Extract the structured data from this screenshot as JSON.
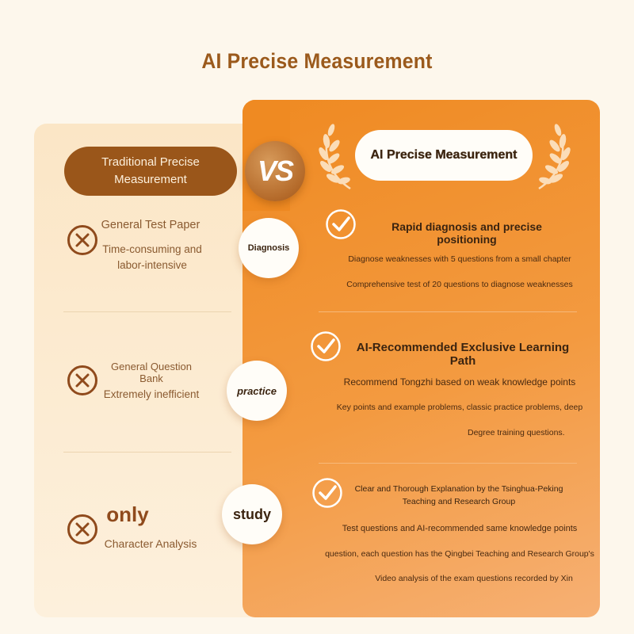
{
  "page": {
    "title": "AI Precise Measurement"
  },
  "left": {
    "header": "Traditional Precise Measurement",
    "rows": [
      {
        "lines": [
          "General Test Paper",
          "Time-consuming and labor-intensive"
        ]
      },
      {
        "lines": [
          "General Question Bank",
          "Extremely inefficient"
        ]
      },
      {
        "lines": [
          "only",
          "Character Analysis"
        ]
      }
    ]
  },
  "vs": "VS",
  "middle": {
    "items": [
      "Diagnosis",
      "practice",
      "study"
    ]
  },
  "right": {
    "header": "AI Precise Measurement",
    "rows": [
      {
        "heading": "Rapid diagnosis and precise positioning",
        "lines": [
          "Diagnose weaknesses with 5 questions from a small chapter",
          "Comprehensive test of 20 questions to diagnose weaknesses"
        ]
      },
      {
        "heading": "AI-Recommended Exclusive Learning Path",
        "lines": [
          "Recommend Tongzhi based on weak knowledge points",
          "Key points and example problems, classic practice problems, deep",
          "Degree training questions."
        ]
      },
      {
        "heading": "Clear and Thorough Explanation by the Tsinghua-Peking Teaching and Research Group",
        "lines": [
          "Test questions and AI-recommended same knowledge points",
          "question, each question has the Qingbei Teaching and Research Group's",
          "Video analysis of the exam questions recorded by Xin"
        ]
      }
    ]
  },
  "colors": {
    "brown": "#9a561a",
    "orange": "#ef8a22",
    "cream": "#fdf7ec"
  },
  "icons": {
    "cross": "x-circle-icon",
    "check": "check-circle-icon",
    "laurel": "laurel-icon"
  }
}
